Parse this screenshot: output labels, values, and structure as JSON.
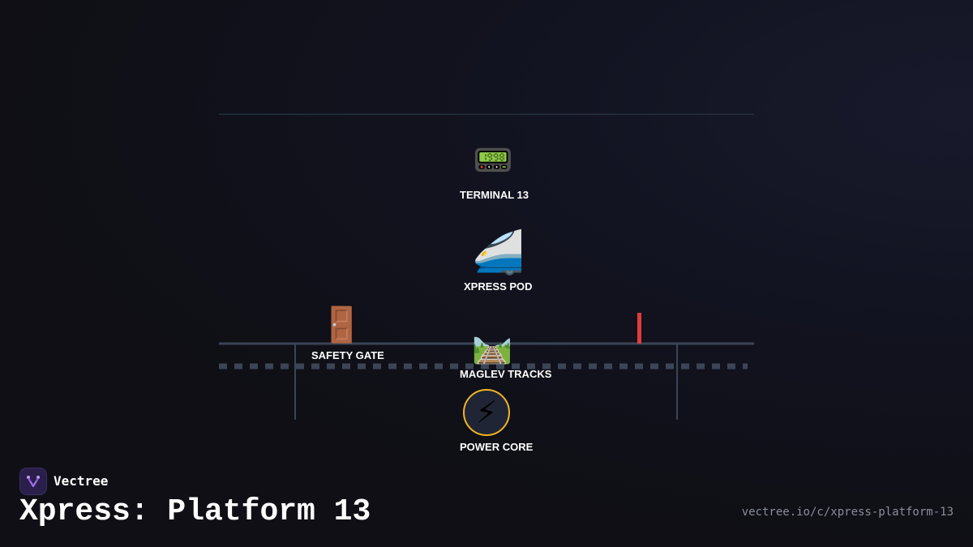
{
  "brand": {
    "name": "Vectree",
    "logo_icon": "vectree-logo-icon"
  },
  "title": "Xpress: Platform 13",
  "url": "vectree.io/c/xpress-platform-13",
  "colors": {
    "background": "#0f0f14",
    "platform_line": "#3a4556",
    "signal": "#e23b3b",
    "power_ring": "#f2b522",
    "label": "#ffffff"
  },
  "nodes": {
    "terminal": {
      "label": "TERMINAL 13",
      "icon": "pager-icon"
    },
    "pod": {
      "label": "XPRESS POD",
      "icon": "bullet-train-icon"
    },
    "gate": {
      "label": "SAFETY GATE",
      "icon": "door-icon"
    },
    "tracks": {
      "label": "MAGLEV TRACKS",
      "icon": "railway-track-icon"
    },
    "power": {
      "label": "POWER CORE",
      "icon": "lightning-bolt-icon"
    }
  }
}
